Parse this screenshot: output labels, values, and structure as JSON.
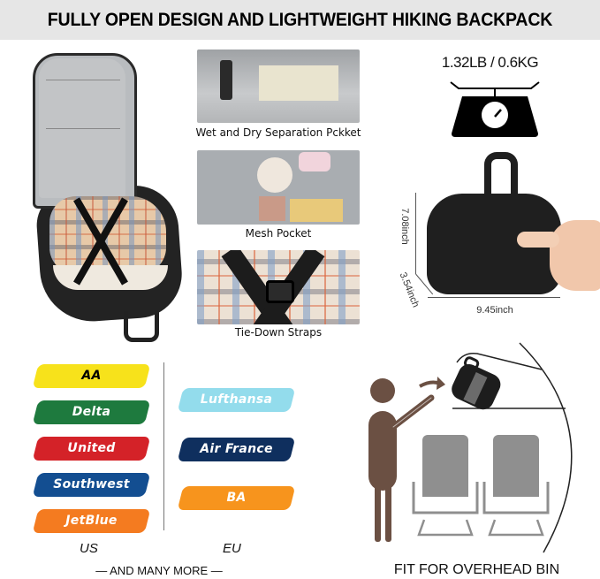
{
  "header": {
    "title": "FULLY OPEN DESIGN AND LIGHTWEIGHT HIKING BACKPACK",
    "background": "#e6e6e6"
  },
  "features": [
    {
      "caption": "Wet and Dry Separation Pckket"
    },
    {
      "caption": "Mesh Pocket"
    },
    {
      "caption": "Tie-Down Straps"
    }
  ],
  "weight": {
    "label": "1.32LB / 0.6KG",
    "icon": "scale-icon"
  },
  "dimensions": {
    "height": "7.08inch",
    "depth": "3.54inch",
    "width": "9.45inch"
  },
  "airlines": {
    "us": {
      "label": "US",
      "items": [
        {
          "name": "AA",
          "color": "#f7e21b",
          "text_color": "#000000"
        },
        {
          "name": "Delta",
          "color": "#1e7a3e",
          "text_color": "#ffffff"
        },
        {
          "name": "United",
          "color": "#d42228",
          "text_color": "#ffffff"
        },
        {
          "name": "Southwest",
          "color": "#134e91",
          "text_color": "#ffffff"
        },
        {
          "name": "JetBlue",
          "color": "#f47b20",
          "text_color": "#ffffff"
        }
      ]
    },
    "eu": {
      "label": "EU",
      "items": [
        {
          "name": "Lufthansa",
          "color": "#93dcec",
          "text_color": "#ffffff"
        },
        {
          "name": "Air France",
          "color": "#0f2f5e",
          "text_color": "#ffffff"
        },
        {
          "name": "BA",
          "color": "#f7941d",
          "text_color": "#ffffff"
        }
      ]
    },
    "footer": "— AND MANY MORE —"
  },
  "overhead": {
    "caption": "FIT FOR OVERHEAD BIN",
    "person_color": "#6b5043",
    "seat_color": "#8f8f8f"
  }
}
